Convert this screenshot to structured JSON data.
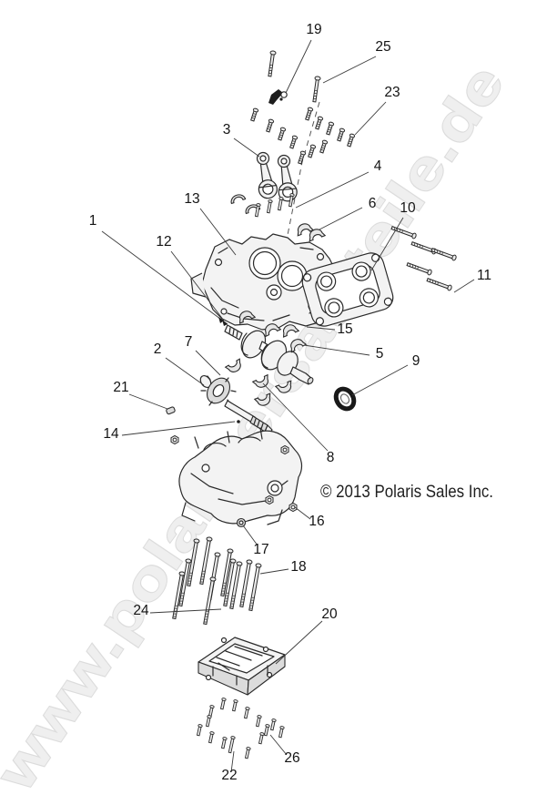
{
  "figure": {
    "copyright": "© 2013 Polaris Sales Inc.",
    "watermark": {
      "text": "www.polarisersatzteile.de",
      "fill": "#efefef",
      "outline": "#dcdcdc"
    },
    "colors": {
      "line": "#2a2a2a",
      "leader": "#3c3c3c",
      "label": "#141414"
    },
    "callouts": [
      {
        "label": "1"
      },
      {
        "label": "2"
      },
      {
        "label": "3"
      },
      {
        "label": "4"
      },
      {
        "label": "5"
      },
      {
        "label": "6"
      },
      {
        "label": "7"
      },
      {
        "label": "8"
      },
      {
        "label": "9"
      },
      {
        "label": "10"
      },
      {
        "label": "11"
      },
      {
        "label": "12"
      },
      {
        "label": "13"
      },
      {
        "label": "14"
      },
      {
        "label": "15"
      },
      {
        "label": "16"
      },
      {
        "label": "17"
      },
      {
        "label": "18"
      },
      {
        "label": "19"
      },
      {
        "label": "20"
      },
      {
        "label": "21"
      },
      {
        "label": "22"
      },
      {
        "label": "23"
      },
      {
        "label": "24"
      },
      {
        "label": "25"
      },
      {
        "label": "26"
      }
    ]
  }
}
